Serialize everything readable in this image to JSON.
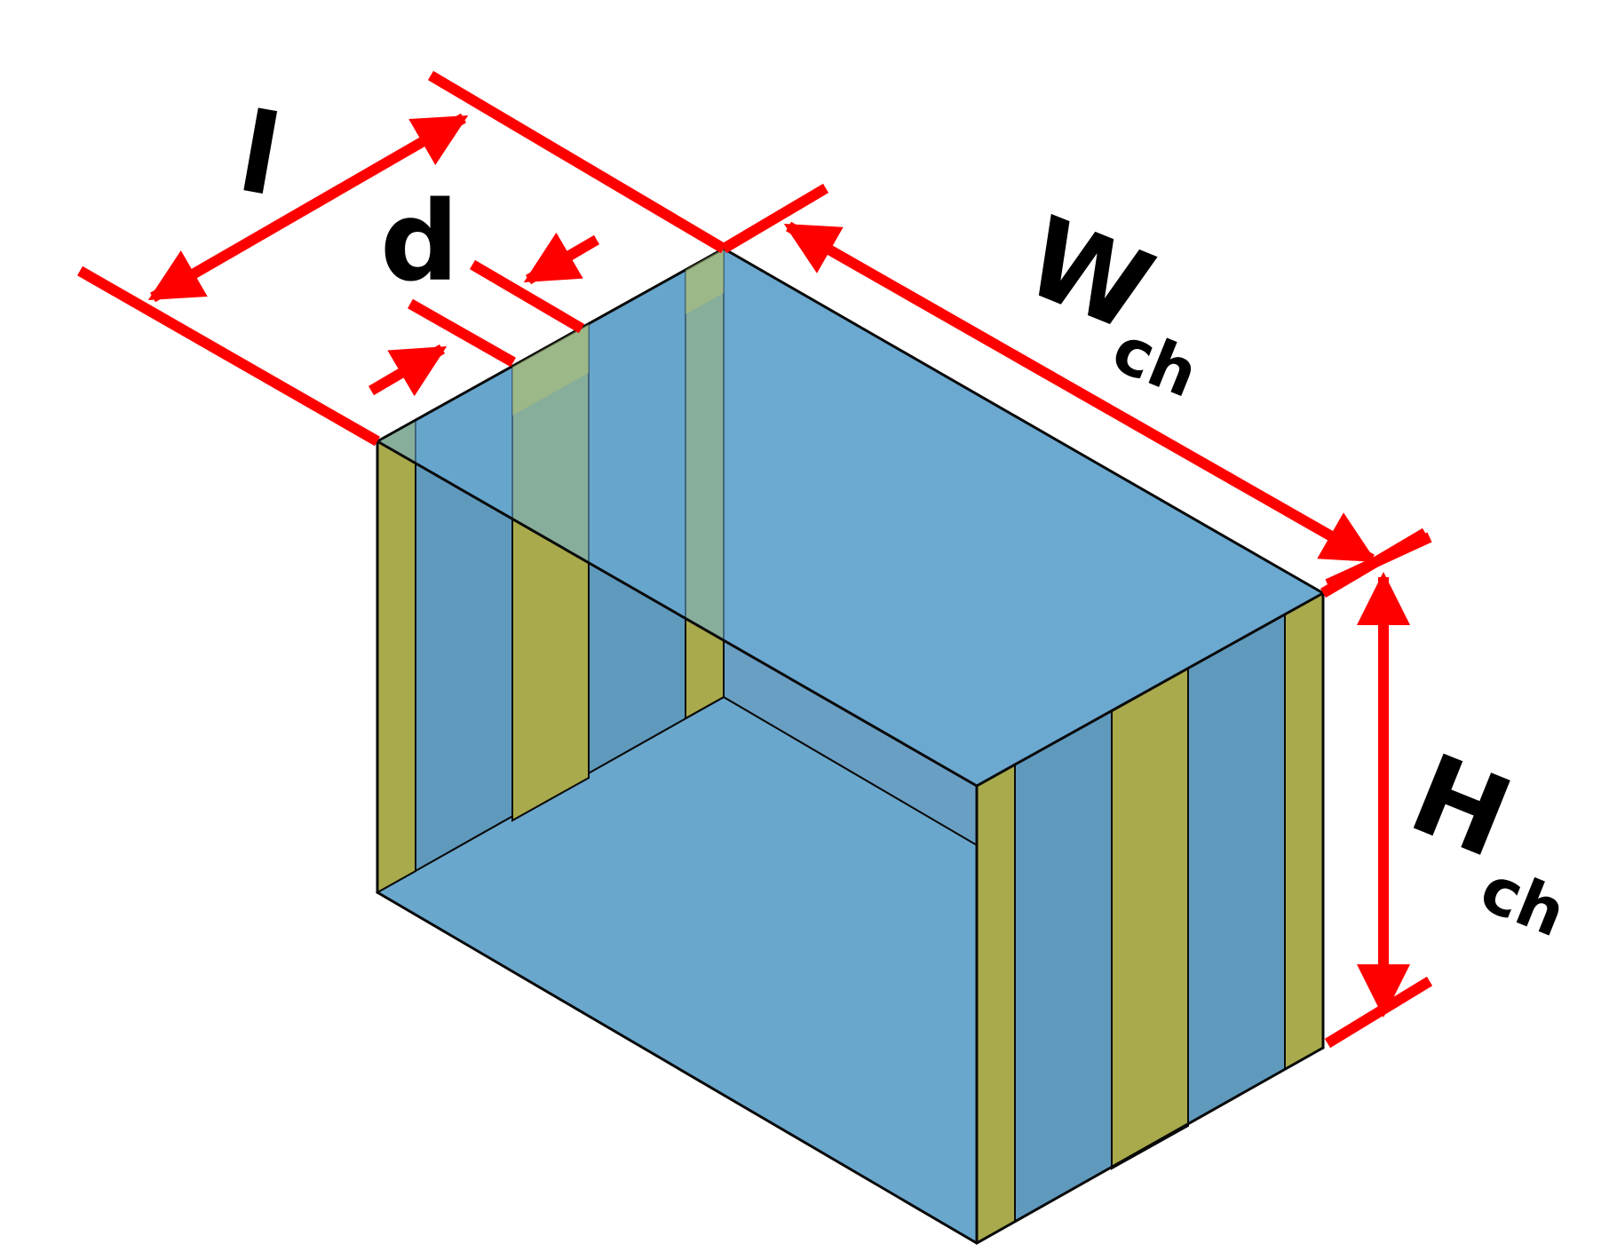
{
  "labels": {
    "length": "l",
    "gap": "d",
    "width_main": "W",
    "width_sub": "ch",
    "height_main": "H",
    "height_sub": "ch"
  },
  "colors": {
    "dimension": "#ff0000",
    "top_face": "#6cb0da",
    "floor": "#6aa7cc",
    "side_wall": "#5f9abd",
    "strip_front": "#a9aa4c",
    "strip_top": "#b1c176",
    "outline": "#0a0a0a"
  }
}
